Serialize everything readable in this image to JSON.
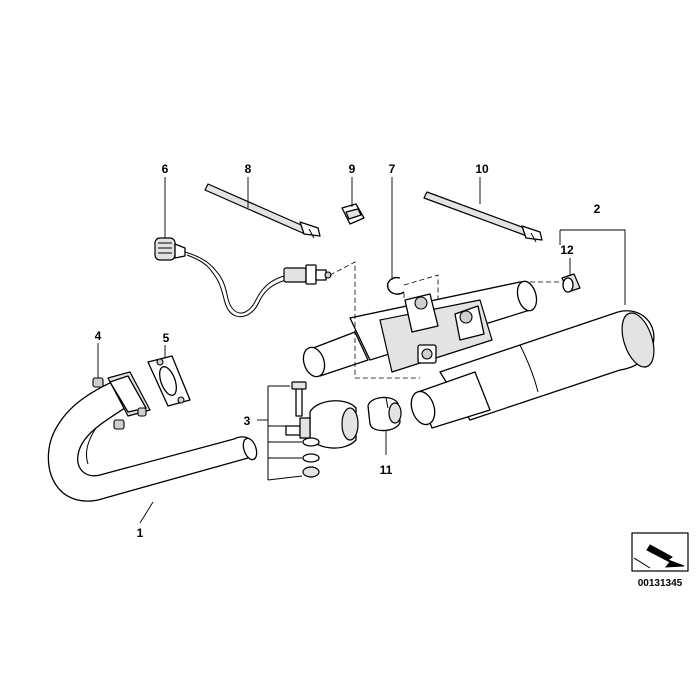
{
  "diagram": {
    "reference_number": "00131345",
    "callouts": [
      {
        "id": "c1",
        "label": "1"
      },
      {
        "id": "c2",
        "label": "2"
      },
      {
        "id": "c3",
        "label": "3"
      },
      {
        "id": "c4",
        "label": "4"
      },
      {
        "id": "c5",
        "label": "5"
      },
      {
        "id": "c6",
        "label": "6"
      },
      {
        "id": "c7",
        "label": "7"
      },
      {
        "id": "c8",
        "label": "8"
      },
      {
        "id": "c9",
        "label": "9"
      },
      {
        "id": "c10",
        "label": "10"
      },
      {
        "id": "c11",
        "label": "11"
      },
      {
        "id": "c12",
        "label": "12"
      }
    ]
  }
}
